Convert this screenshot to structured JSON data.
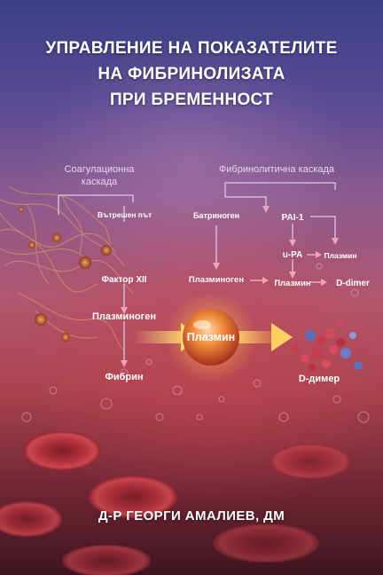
{
  "title": {
    "line1": "УПРАВЛЕНИЕ НА ПОКАЗАТЕЛИТЕ",
    "line2": "НА ФИБРИНОЛИЗАТА",
    "line3": "ПРИ БРЕМЕННОСТ"
  },
  "author": "Д-Р ГЕОРГИ АМАЛИЕВ, ДМ",
  "diagram": {
    "coagulation_header_line1": "Соагулационна",
    "coagulation_header_line2": "каскада",
    "fibrinolytic_header": "Фибринолитична каскада",
    "intrinsic_path": "Вътрешен път",
    "factor_xii": "Фактор XII",
    "plasminogen_left": "Плазминоген",
    "fibrin": "Фибрин",
    "plasmin_center": "Плазмин",
    "batrinogen": "Батриноген",
    "plasminogen_right": "Плазминоген",
    "pai1": "PAI-1",
    "upa": "u-PA",
    "plasmin_right_top": "Плазмин",
    "plasmin_right_mid": "Плазмин",
    "d_dimer_latin": "D-dimer",
    "d_dimer": "D-димер"
  },
  "colors": {
    "line_light": "#d9cbe6",
    "arrow_pink": "#f3a3b5",
    "glow_yellow": "#ffd24a",
    "plasmin_orb": "#e8782f"
  }
}
